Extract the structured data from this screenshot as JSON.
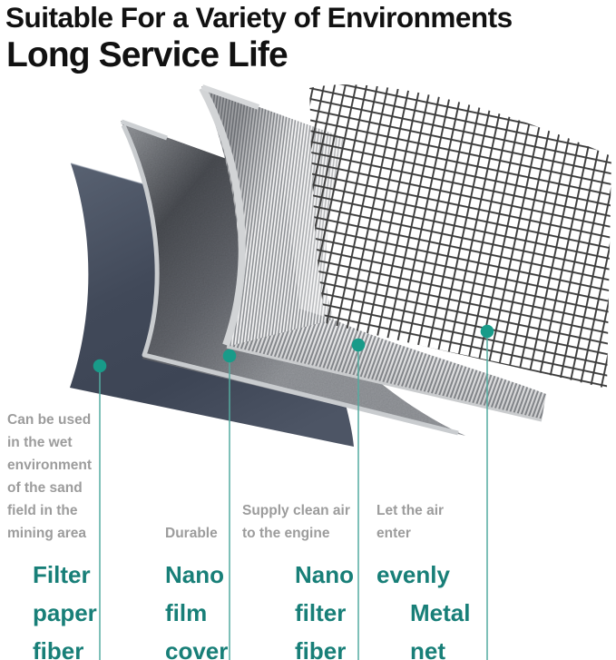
{
  "header": {
    "title": "Suitable For a Variety of Environments",
    "subtitle": "Long Service Life"
  },
  "columns": [
    {
      "description_lines": [
        "Can be used",
        "in the wet",
        "environment",
        "of the sand",
        "field in the",
        "mining area"
      ],
      "label_lines": [
        "Filter",
        "paper",
        "fiber"
      ]
    },
    {
      "description_lines": [
        "Durable"
      ],
      "label_lines": [
        "Nano",
        "film",
        "cover"
      ]
    },
    {
      "description_lines": [
        "Supply clean air",
        "to the engine"
      ],
      "label_lines": [
        "Nano",
        "filter",
        "fiber"
      ]
    },
    {
      "description_lines": [
        "Let the air",
        "enter"
      ],
      "label_lines": [
        "evenly",
        "Metal",
        "net"
      ]
    }
  ],
  "layers": [
    {
      "name": "filter paper fiber",
      "color": "#454d5e"
    },
    {
      "name": "nano film cover",
      "color": "#83868c"
    },
    {
      "name": "nano filter fiber",
      "color": "#b9babc"
    },
    {
      "name": "metal net",
      "color": "#3b3b3b"
    }
  ],
  "colors": {
    "accent_dot": "#189b89",
    "accent_line": "#54aba0",
    "label_teal": "#187f78",
    "desc_gray": "#9c9c9c",
    "title_black": "#111111",
    "mesh_line": "#3b3b3b",
    "stripe_light": "#f3f3f4",
    "stripe_dark": "#8d9094"
  }
}
